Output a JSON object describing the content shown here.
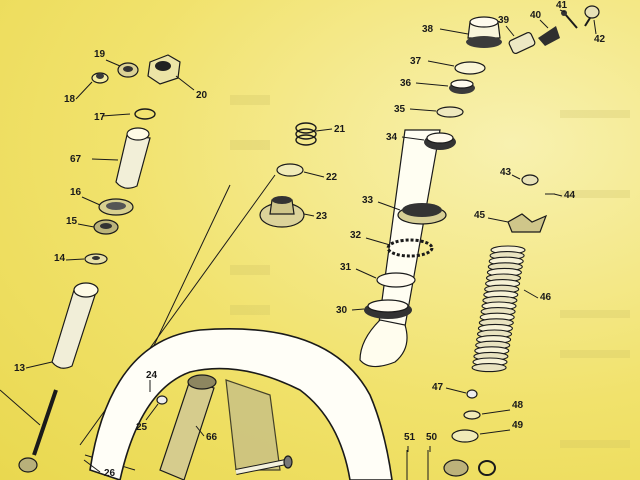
{
  "parts": [
    {
      "label": "17"
    },
    {
      "label": "18"
    },
    {
      "label": "19"
    },
    {
      "label": "20"
    },
    {
      "label": "67"
    },
    {
      "label": "16"
    },
    {
      "label": "15"
    },
    {
      "label": "14"
    },
    {
      "label": "13"
    },
    {
      "label": "21"
    },
    {
      "label": "22"
    },
    {
      "label": "23"
    },
    {
      "label": "24"
    },
    {
      "label": "25"
    },
    {
      "label": "26"
    },
    {
      "label": "66"
    },
    {
      "label": "38"
    },
    {
      "label": "37"
    },
    {
      "label": "36"
    },
    {
      "label": "35"
    },
    {
      "label": "34"
    },
    {
      "label": "33"
    },
    {
      "label": "32"
    },
    {
      "label": "31"
    },
    {
      "label": "30"
    },
    {
      "label": "39"
    },
    {
      "label": "40"
    },
    {
      "label": "41"
    },
    {
      "label": "42"
    },
    {
      "label": "43"
    },
    {
      "label": "44"
    },
    {
      "label": "45"
    },
    {
      "label": "46"
    },
    {
      "label": "47"
    },
    {
      "label": "48"
    },
    {
      "label": "49"
    },
    {
      "label": "50"
    },
    {
      "label": "51"
    }
  ]
}
